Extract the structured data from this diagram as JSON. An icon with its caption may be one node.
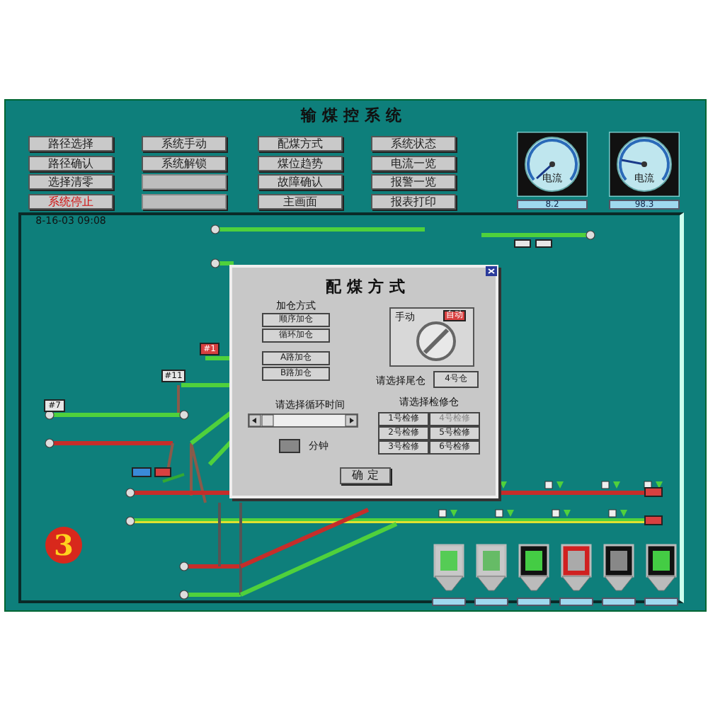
{
  "diagram": {
    "title": "输煤控系统",
    "labels": [
      "路径选择",
      "系统手动",
      "配煤方式",
      "系统状态",
      "路径确认",
      "系统解锁",
      "煤位趋势",
      "电流一览",
      "选择清零",
      "故障确认",
      "报警一览",
      "系统停止",
      "主画面",
      "报表打印",
      "电流",
      "电流",
      "8.2",
      "98.3",
      "8-16-03 09:08",
      "配煤方式",
      "加仓方式",
      "顺序加仓",
      "循环加仓",
      "A路加仓",
      "B路加仓",
      "手动",
      "自动",
      "请选择尾仓",
      "4号仓",
      "请选择循环时间",
      "分钟",
      "请选择检修仓",
      "1号检修",
      "4号检修",
      "2号检修",
      "5号检修",
      "3号检修",
      "6号检修",
      "确 定",
      "#1",
      "#11",
      "#7",
      "3"
    ]
  }
}
